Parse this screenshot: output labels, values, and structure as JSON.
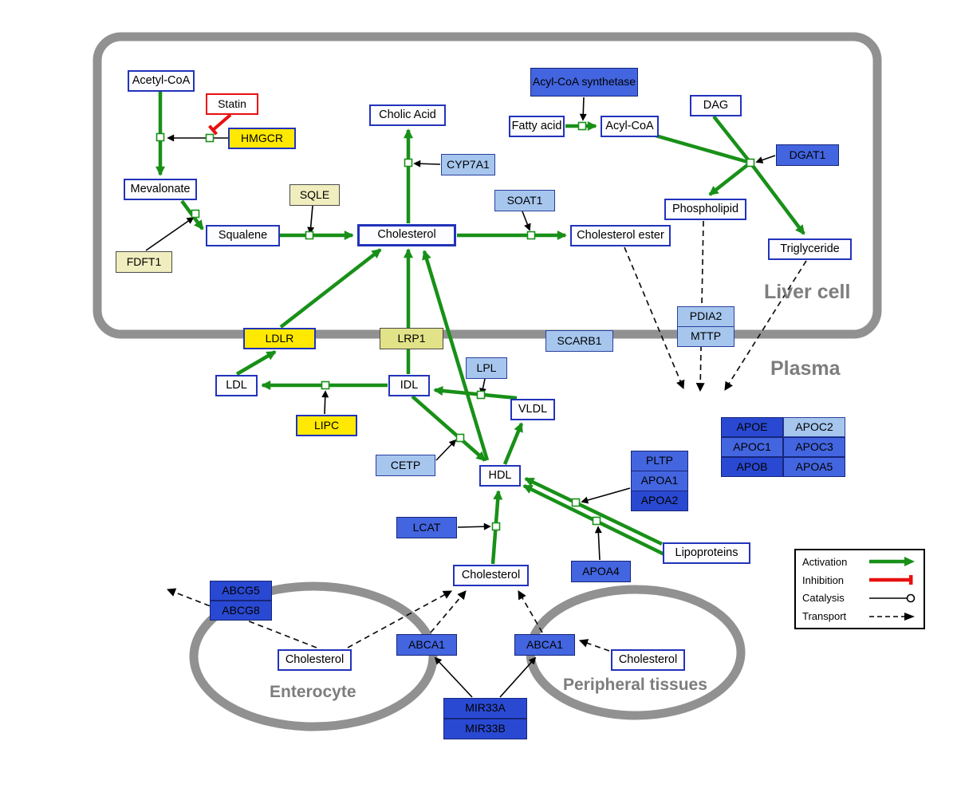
{
  "diagram": {
    "compartments": {
      "liver": "Liver cell",
      "plasma": "Plasma",
      "enterocyte": "Enterocyte",
      "peripheral": "Peripheral tissues"
    },
    "nodes": {
      "acetyl_coa": "Acetyl-CoA",
      "statin": "Statin",
      "hmgcr": "HMGCR",
      "mevalonate": "Mevalonate",
      "sqle": "SQLE",
      "fdft1": "FDFT1",
      "squalene": "Squalene",
      "cholesterol_liver": "Cholesterol",
      "cholic_acid": "Cholic Acid",
      "cyp7a1": "CYP7A1",
      "soat1": "SOAT1",
      "cholesterol_ester": "Cholesterol ester",
      "acyl_coa_synthetase": "Acyl-CoA synthetase",
      "fatty_acid": "Fatty acid",
      "acyl_coa": "Acyl-CoA",
      "dag": "DAG",
      "dgat1": "DGAT1",
      "phospholipid": "Phospholipid",
      "triglyceride": "Triglyceride",
      "ldlr": "LDLR",
      "lrp1": "LRP1",
      "scarb1": "SCARB1",
      "pdia2": "PDIA2",
      "mttp": "MTTP",
      "ldl": "LDL",
      "idl": "IDL",
      "lpl": "LPL",
      "vldl": "VLDL",
      "lipc": "LIPC",
      "cetp": "CETP",
      "hdl": "HDL",
      "lcat": "LCAT",
      "pltp": "PLTP",
      "apoa1": "APOA1",
      "apoa2": "APOA2",
      "apoa4": "APOA4",
      "lipoproteins": "Lipoproteins",
      "apoe": "APOE",
      "apoc2": "APOC2",
      "apoc1": "APOC1",
      "apoc3": "APOC3",
      "apob": "APOB",
      "apoa5": "APOA5",
      "cholesterol_plasma": "Cholesterol",
      "abcg5": "ABCG5",
      "abcg8": "ABCG8",
      "cholesterol_enterocyte": "Cholesterol",
      "abca1_enterocyte": "ABCA1",
      "abca1_peripheral": "ABCA1",
      "cholesterol_peripheral": "Cholesterol",
      "mir33a": "MIR33A",
      "mir33b": "MIR33B"
    },
    "legend": {
      "activation": "Activation",
      "inhibition": "Inhibition",
      "catalysis": "Catalysis",
      "transport": "Transport"
    },
    "colors": {
      "activation_green": "#189018",
      "inhibition_red": "#e81010",
      "membrane_gray": "#919191",
      "metabolite_border_blue": "#2233bb",
      "drug_target_yellow": "#ffe900",
      "pale_yellow": "#f0eebf",
      "light_blue": "#a6c6ee",
      "medium_blue": "#4365e0",
      "dark_blue": "#2a49d2"
    }
  }
}
